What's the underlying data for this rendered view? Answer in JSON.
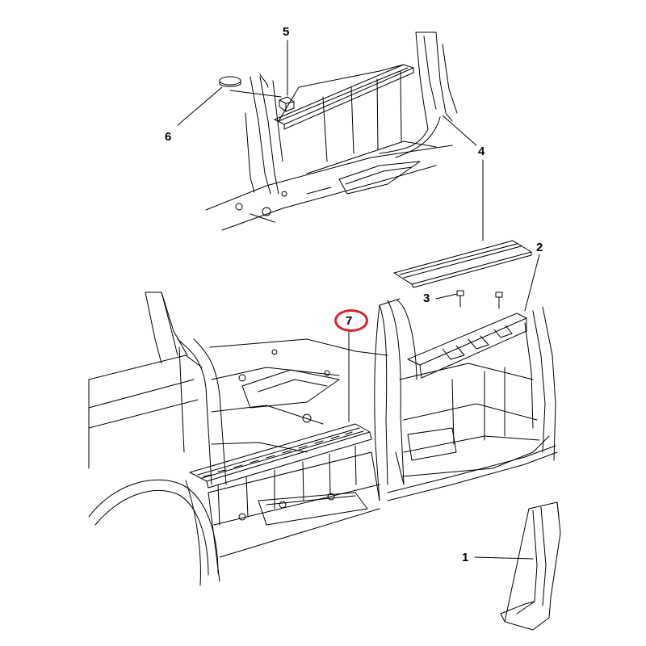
{
  "callouts": {
    "c1": "1",
    "c2": "2",
    "c3": "3",
    "c4": "4",
    "c5": "5",
    "c6": "6",
    "c7": "7"
  },
  "colors": {
    "line": "#000000",
    "highlight": "#d8232a",
    "background": "#ffffff"
  },
  "highlighted_callout": "7"
}
